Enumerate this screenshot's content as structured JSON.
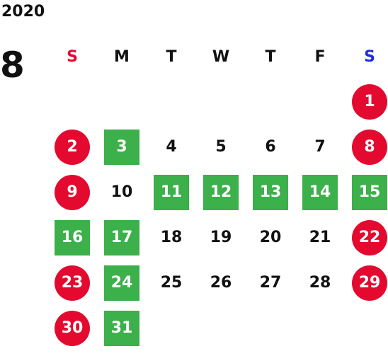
{
  "calendar": {
    "year": "2020",
    "month": "8",
    "colors": {
      "holiday_red": "#e3092f",
      "highlight_green": "#3cb04a",
      "sunday_label": "#e3092f",
      "saturday_label": "#1b2fd6",
      "text": "#111111"
    },
    "weekdays": [
      {
        "label": "S",
        "kind": "sunday"
      },
      {
        "label": "M",
        "kind": "weekday"
      },
      {
        "label": "T",
        "kind": "weekday"
      },
      {
        "label": "W",
        "kind": "weekday"
      },
      {
        "label": "T",
        "kind": "weekday"
      },
      {
        "label": "F",
        "kind": "weekday"
      },
      {
        "label": "S",
        "kind": "saturday"
      }
    ],
    "weeks": [
      [
        null,
        null,
        null,
        null,
        null,
        null,
        {
          "day": "1",
          "style": "red-circle"
        }
      ],
      [
        {
          "day": "2",
          "style": "red-circle"
        },
        {
          "day": "3",
          "style": "green-square"
        },
        {
          "day": "4",
          "style": "plain"
        },
        {
          "day": "5",
          "style": "plain"
        },
        {
          "day": "6",
          "style": "plain"
        },
        {
          "day": "7",
          "style": "plain"
        },
        {
          "day": "8",
          "style": "red-circle"
        }
      ],
      [
        {
          "day": "9",
          "style": "red-circle"
        },
        {
          "day": "10",
          "style": "plain"
        },
        {
          "day": "11",
          "style": "green-square"
        },
        {
          "day": "12",
          "style": "green-square"
        },
        {
          "day": "13",
          "style": "green-square"
        },
        {
          "day": "14",
          "style": "green-square"
        },
        {
          "day": "15",
          "style": "green-square"
        }
      ],
      [
        {
          "day": "16",
          "style": "green-square"
        },
        {
          "day": "17",
          "style": "green-square"
        },
        {
          "day": "18",
          "style": "plain"
        },
        {
          "day": "19",
          "style": "plain"
        },
        {
          "day": "20",
          "style": "plain"
        },
        {
          "day": "21",
          "style": "plain"
        },
        {
          "day": "22",
          "style": "red-circle"
        }
      ],
      [
        {
          "day": "23",
          "style": "red-circle"
        },
        {
          "day": "24",
          "style": "green-square"
        },
        {
          "day": "25",
          "style": "plain"
        },
        {
          "day": "26",
          "style": "plain"
        },
        {
          "day": "27",
          "style": "plain"
        },
        {
          "day": "28",
          "style": "plain"
        },
        {
          "day": "29",
          "style": "red-circle"
        }
      ],
      [
        {
          "day": "30",
          "style": "red-circle"
        },
        {
          "day": "31",
          "style": "green-square"
        },
        null,
        null,
        null,
        null,
        null
      ]
    ]
  }
}
